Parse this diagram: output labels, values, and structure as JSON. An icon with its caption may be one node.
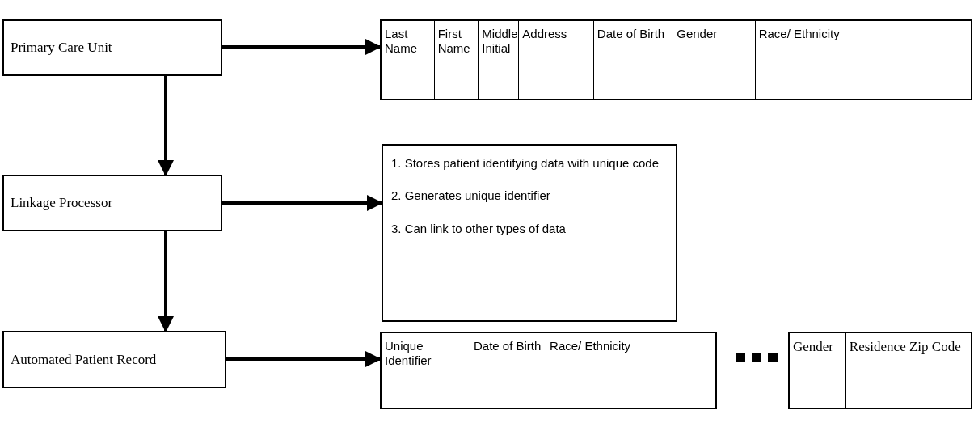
{
  "diagram": {
    "nodes": [
      {
        "text": [
          "Primary Care Unit"
        ]
      },
      {
        "text": [
          "Linkage Processor"
        ]
      },
      {
        "text": [
          "Automated Patient Record"
        ]
      },
      {
        "text": [
          "Last Name",
          "First Name",
          "Middle Initial",
          "Address",
          "Date of Birth",
          "Gender",
          "Race/ Ethnicity"
        ]
      },
      {
        "text": [
          "1. Stores patient identifying data with unique code",
          "2. Generates unique identifier",
          "3. Can link to other types of data"
        ]
      },
      {
        "text": [
          "Unique Identifier",
          "Date of Birth",
          "Race/ Ethnicity"
        ]
      },
      {
        "text": [
          "Gender",
          "Residence Zip Code"
        ]
      }
    ],
    "edges": [
      {
        "from": 0,
        "to": 3,
        "arrow": "to"
      },
      {
        "from": 0,
        "to": 1,
        "arrow": "to"
      },
      {
        "from": 1,
        "to": 4,
        "arrow": "to"
      },
      {
        "from": 1,
        "to": 2,
        "arrow": "to"
      },
      {
        "from": 2,
        "to": 5,
        "arrow": "to"
      }
    ]
  }
}
